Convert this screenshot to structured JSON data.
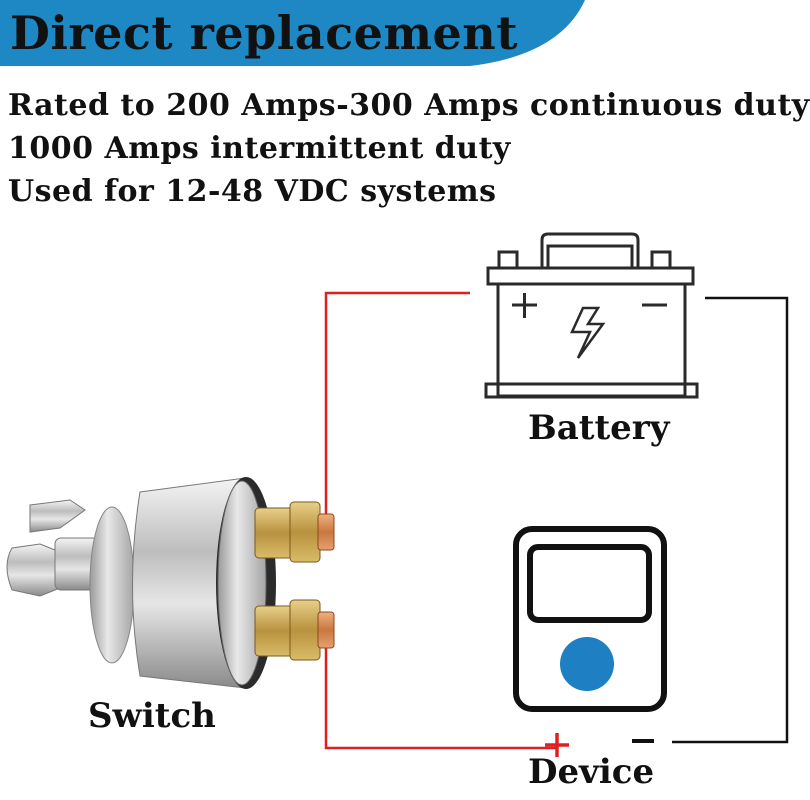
{
  "banner": {
    "title": "Direct replacement",
    "color": "#1e88c4"
  },
  "specs": [
    "Rated to 200 Amps-300 Amps continuous duty",
    "1000 Amps intermittent duty",
    "Used for 12-48 VDC systems"
  ],
  "diagram": {
    "battery_label": "Battery",
    "switch_label": "Switch",
    "device_label": "Device",
    "wire_positive_color": "#e02020",
    "wire_negative_color": "#111111",
    "device_dot_color": "#1e7fc2"
  }
}
